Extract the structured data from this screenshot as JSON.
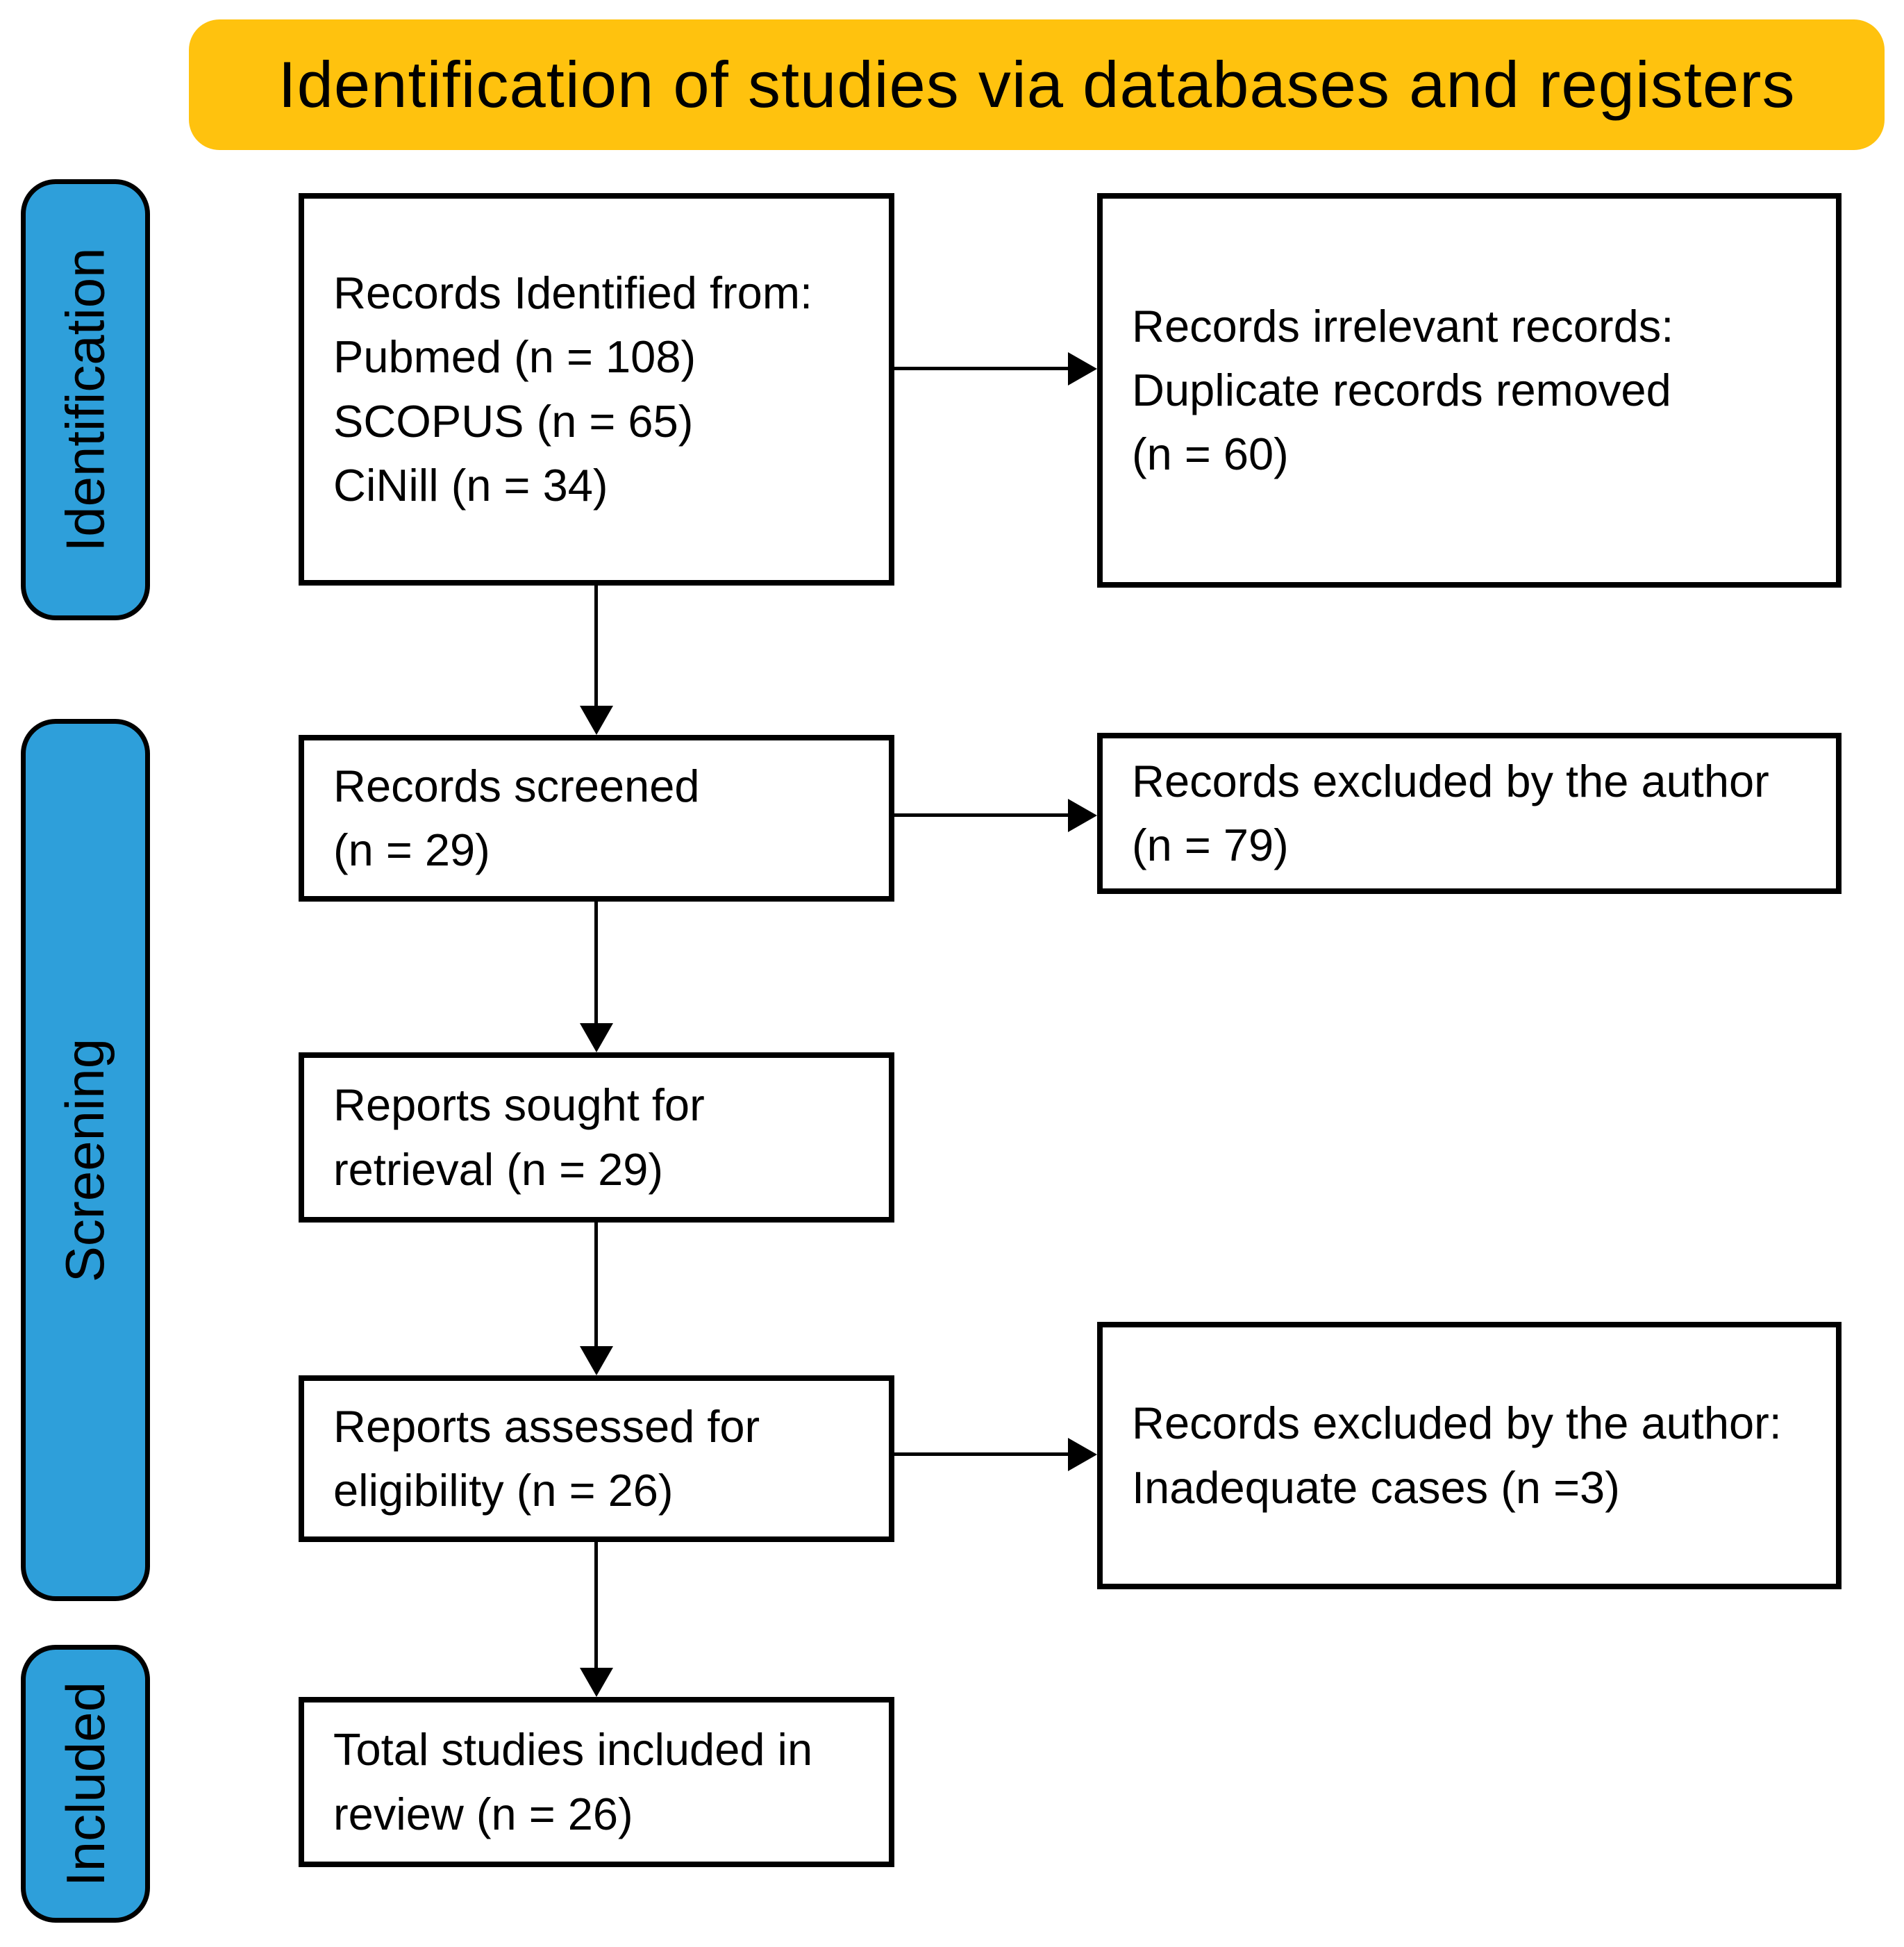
{
  "colors": {
    "banner_bg": "#FFC20E",
    "stage_bg": "#2E9FDA",
    "line": "#000000"
  },
  "banner": {
    "title": "Identification of studies via databases and registers"
  },
  "stages": [
    {
      "label": "Identification"
    },
    {
      "label": "Screening"
    },
    {
      "label": "Included"
    }
  ],
  "boxes": {
    "records_identified": {
      "lines": [
        "Records Identified from:",
        "Pubmed (n = 108)",
        "SCOPUS (n = 65)",
        "CiNill (n = 34)"
      ]
    },
    "duplicates_removed": {
      "lines": [
        "Records irrelevant records:",
        "Duplicate records removed",
        "(n = 60)"
      ]
    },
    "records_screened": {
      "lines": [
        "Records screened",
        "(n = 29)"
      ]
    },
    "records_excluded_author": {
      "lines": [
        "Records excluded by the author",
        "(n = 79)"
      ]
    },
    "reports_sought": {
      "lines": [
        "Reports sought for",
        "retrieval (n = 29)"
      ]
    },
    "reports_assessed": {
      "lines": [
        "Reports assessed for",
        "eligibility (n = 26)"
      ]
    },
    "records_excluded_inadequate": {
      "lines": [
        "Records excluded by the author:",
        "Inadequate cases (n =3)"
      ]
    },
    "total_included": {
      "lines": [
        "Total studies included in",
        "review (n = 26)"
      ]
    }
  }
}
